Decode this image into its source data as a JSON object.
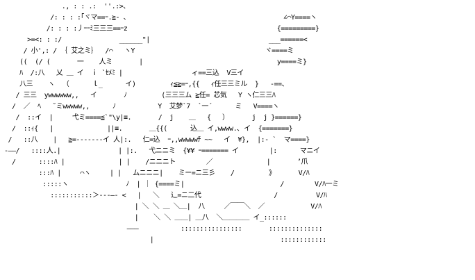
{
  "art": {
    "lines": [
      "               ., : : .:  ''.:>、",
      "            /: : : :｢ヾマ==ｰ.≧- 、                                        ∠⌒Y====ヽ",
      "           /: : : :丿ｰｰﾐ三三三==ｰz                                       {=========}",
      "      >=<: : :/               ______\"|                               ___======<",
      "     / 小',: / ｛ 艾之ミ｝  /⌒   ヽY                                  ヾ====ミ",
      "    ((  (/ (       一    人ミ       |                                   y====ミ}",
      "    ﾊ  /:八   乂 ＿ イ  ｉ `ｾﾒﾐ |                  ィ==三込  V三イ",
      "    八三    ヽ  （      ｌ_      イ)         ｨ≦≧=ｰ,{{   ｨ任三三ミル  }   -==、",
      "   / 三三  ywwwwww,,   イ       ﾉ         (三三三ム ≧任= 芯気   Y ヽ仁三三ﾊ",
      "  /  ／  ﾍ   ˘ミwwwww,,      ﾉ           Y  艾梦`7  `一´      ミ   V====ヽ",
      "   /  ::イ  |     弋ミ====≦`\"\\y|≡.       /  j    ＿   {   ）      j  j }======}",
      "  /  ::ｨ{   |              ||≡.       ＿{{(      込＿ イ,wwww.､ イ  {=======}",
      " /   ::八    |   ≧=-------イ 人|:.   仁=込  ｰ,,wwwwwﾁ ~~   イ  ¥},  |:- `  マ====}",
      "-――/   ::::人.|               | |:.   弋ニニミ  {¥¥ ｰ======= イ        |:      マニイ",
      "  /      ::::ﾊ |              | |    /ニニニト        ／              |       ’爪",
      "         :::ﾊ |     ⌒ヽ     | |   ムニニニ|    ミー=ニ三彡    /         》      V/ﾊ",
      "          :::::ヽ               ﾉ  | ｜ {====ミ|                         /        V/ﾊ一ミ",
      "            :::::::::::＞---―- <   |   ＼   辶=ニ二代                   /          V/ﾊ",
      "                                  | ＼ ＼ ＿ ＼＿|  八     ／￣￣＼  ／            V/ﾊ",
      "                                  |    ＼ ＼ ＿＿| ＿八  ＼＿＿＿＿ イ_::::::",
      "                                ―――           ::::::::::::::::       ::::::::::::::",
      "                                      |                                 ::::::::::::"
    ]
  }
}
